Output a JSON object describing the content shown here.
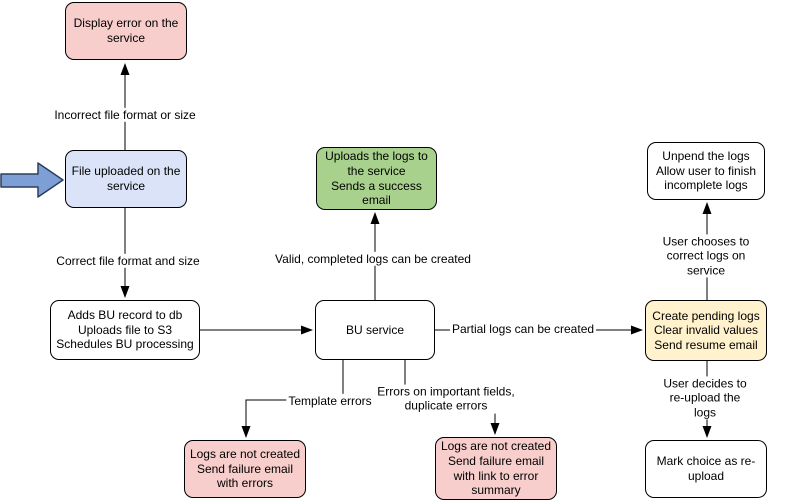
{
  "nodes": {
    "display_error": {
      "label": "Display error on the\nservice",
      "color": "#f8cecc"
    },
    "file_uploaded": {
      "label": "File uploaded on the\nservice",
      "color": "#dae3f7"
    },
    "adds_bu_record": {
      "label": "Adds BU record to db\nUploads file to S3\nSchedules BU processing",
      "color": "#ffffff"
    },
    "bu_service": {
      "label": "BU service",
      "color": "#ffffff"
    },
    "uploads_logs": {
      "label": "Uploads the logs to\nthe service\nSends a success\nemail",
      "color": "#a9d18e"
    },
    "create_pending": {
      "label": "Create pending logs\nClear invalid values\nSend resume email",
      "color": "#fff2cc"
    },
    "unpend_logs": {
      "label": "Unpend the logs\nAllow user to finish\nincomplete logs",
      "color": "#ffffff"
    },
    "mark_choice": {
      "label": "Mark choice as re-\nupload",
      "color": "#ffffff"
    },
    "logs_not_created_errors": {
      "label": "Logs are not created\nSend failure email\nwith errors",
      "color": "#f8cecc"
    },
    "logs_not_created_summary": {
      "label": "Logs are not created\nSend failure email\nwith link to error\nsummary",
      "color": "#f8cecc"
    }
  },
  "edge_labels": {
    "incorrect_file": "Incorrect file format or size",
    "correct_file": "Correct file format and size",
    "valid_logs": "Valid, completed logs can be created",
    "partial_logs": "Partial logs can be created",
    "template_errors": "Template errors",
    "important_errors": "Errors on important fields,\nduplicate errors",
    "user_chooses": "User chooses to correct logs on service",
    "user_decides": "User decides to re-upload the logs"
  },
  "colors": {
    "border": "#000000",
    "line": "#000000",
    "pink_fill": "#f8cecc",
    "blue_fill": "#dae3f7",
    "green_fill": "#a9d18e",
    "yellow_fill": "#fff2cc",
    "white_fill": "#ffffff",
    "input_arrow_fill": "#7e9ed6",
    "input_arrow_border": "#2c3e5d"
  },
  "icons": {
    "input_arrow": "block-arrow-right-icon"
  }
}
